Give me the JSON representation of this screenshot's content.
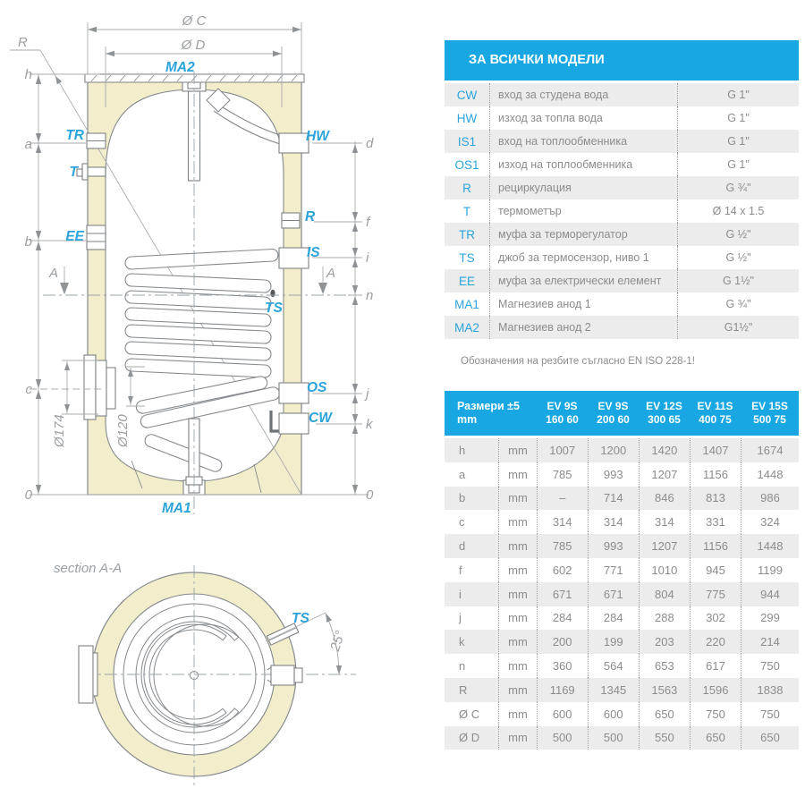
{
  "diagram": {
    "section_label": "section A-A",
    "angle": "25°",
    "dims_top": {
      "oc": "Ø C",
      "od": "Ø D",
      "r": "R"
    },
    "dims_left": {
      "h": "h",
      "a": "a",
      "b": "b",
      "c": "c",
      "zero": "0"
    },
    "dims_right": {
      "d": "d",
      "f": "f",
      "i": "i",
      "n": "n",
      "j": "j",
      "k": "k",
      "zero": "0"
    },
    "dims_inner": {
      "d174": "Ø174",
      "d120": "Ø120"
    },
    "section_marker": "A",
    "ports": {
      "ma2": "MA2",
      "ma1": "MA1",
      "tr": "TR",
      "t": "T",
      "ee": "EE",
      "hw": "HW",
      "r": "R",
      "is": "IS",
      "ts": "TS",
      "os": "OS",
      "cw": "CW"
    }
  },
  "ports_table": {
    "title": "ЗА ВСИЧКИ МОДЕЛИ",
    "rows": [
      {
        "code": "CW",
        "desc": "вход за студена вода",
        "size": "G 1\""
      },
      {
        "code": "HW",
        "desc": "изход за топла вода",
        "size": "G 1\""
      },
      {
        "code": "IS1",
        "desc": "вход на топлообменника",
        "size": "G 1\""
      },
      {
        "code": "OS1",
        "desc": "изход на топлообменника",
        "size": "G 1\""
      },
      {
        "code": "R",
        "desc": "рециркулация",
        "size": "G ¾\""
      },
      {
        "code": "T",
        "desc": "термометър",
        "size": "Ø 14 x 1.5"
      },
      {
        "code": "TR",
        "desc": "муфа за терморегулатор",
        "size": "G ½\""
      },
      {
        "code": "TS",
        "desc": "джоб за термосензор, ниво 1",
        "size": "G ½\""
      },
      {
        "code": "EE",
        "desc": "муфа за електрически елемент",
        "size": "G 1½\""
      },
      {
        "code": "MA1",
        "desc": "Магнезиев анод 1",
        "size": "G ¾\""
      },
      {
        "code": "MA2",
        "desc": "Магнезиев анод 2",
        "size": "G1½\""
      }
    ],
    "footnote": "Обозначения на резбите съгласно EN ISO 228-1!"
  },
  "dimensions_table": {
    "corner_title_line1": "Размери ±5",
    "corner_title_line2": "mm",
    "models": [
      {
        "name": "EV 9S",
        "size": "160 60"
      },
      {
        "name": "EV 9S",
        "size": "200 60"
      },
      {
        "name": "EV 12S",
        "size": "300 65"
      },
      {
        "name": "EV 11S",
        "size": "400 75"
      },
      {
        "name": "EV 15S",
        "size": "500 75"
      }
    ],
    "rows": [
      {
        "dim": "h",
        "unit": "mm",
        "values": [
          "1007",
          "1200",
          "1420",
          "1407",
          "1674"
        ]
      },
      {
        "dim": "a",
        "unit": "mm",
        "values": [
          "785",
          "993",
          "1207",
          "1156",
          "1448"
        ]
      },
      {
        "dim": "b",
        "unit": "mm",
        "values": [
          "–",
          "714",
          "846",
          "813",
          "986"
        ]
      },
      {
        "dim": "c",
        "unit": "mm",
        "values": [
          "314",
          "314",
          "314",
          "331",
          "324"
        ]
      },
      {
        "dim": "d",
        "unit": "mm",
        "values": [
          "785",
          "993",
          "1207",
          "1156",
          "1448"
        ]
      },
      {
        "dim": "f",
        "unit": "mm",
        "values": [
          "602",
          "771",
          "1010",
          "945",
          "1199"
        ]
      },
      {
        "dim": "i",
        "unit": "mm",
        "values": [
          "671",
          "671",
          "804",
          "775",
          "944"
        ]
      },
      {
        "dim": "j",
        "unit": "mm",
        "values": [
          "284",
          "284",
          "288",
          "302",
          "299"
        ]
      },
      {
        "dim": "k",
        "unit": "mm",
        "values": [
          "200",
          "199",
          "203",
          "220",
          "214"
        ]
      },
      {
        "dim": "n",
        "unit": "mm",
        "values": [
          "360",
          "564",
          "653",
          "617",
          "750"
        ]
      },
      {
        "dim": "R",
        "unit": "mm",
        "values": [
          "1169",
          "1345",
          "1563",
          "1596",
          "1838"
        ]
      },
      {
        "dim": "Ø C",
        "unit": "mm",
        "values": [
          "600",
          "600",
          "650",
          "750",
          "750"
        ]
      },
      {
        "dim": "Ø D",
        "unit": "mm",
        "values": [
          "500",
          "500",
          "550",
          "650",
          "650"
        ]
      }
    ]
  },
  "colors": {
    "accent_blue": "#18a7e2",
    "label_blue": "#2ba3db",
    "insulation_cream": "#f2eecb",
    "row_alt": "#ececec",
    "text_gray": "#8c8c8c"
  }
}
